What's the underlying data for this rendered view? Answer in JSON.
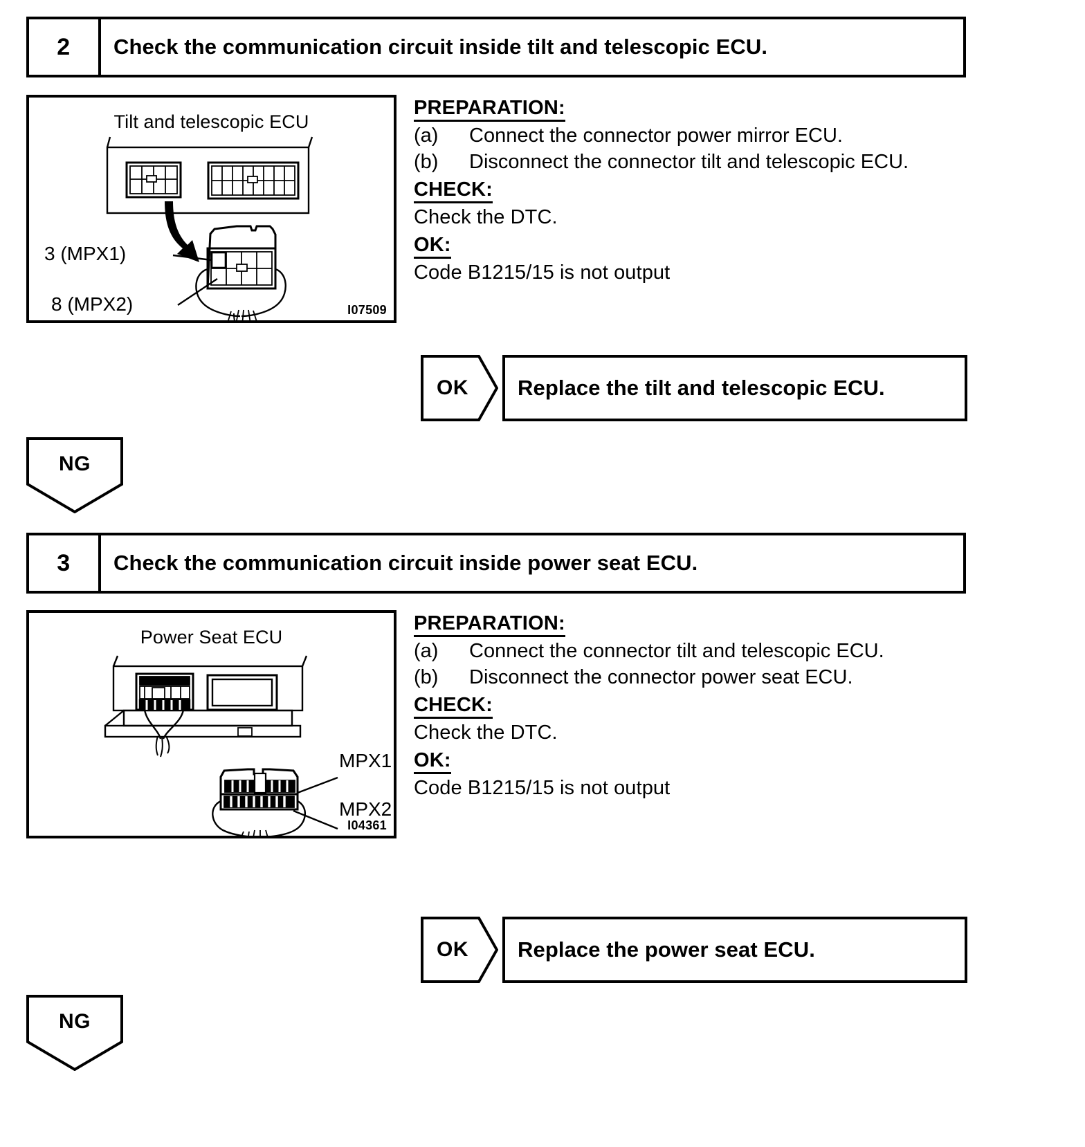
{
  "document": {
    "type": "service-manual-troubleshooting-flowchart"
  },
  "steps": [
    {
      "number": "2",
      "title": "Check the communication circuit inside tilt and telescopic ECU.",
      "figure": {
        "caption": "Tilt and telescopic ECU",
        "id": "I07509",
        "labels": [
          "3 (MPX1)",
          "8 (MPX2)"
        ]
      },
      "instructions": {
        "preparation_heading": "PREPARATION:",
        "preparation_items": [
          {
            "marker": "(a)",
            "text": "Connect the connector power mirror ECU."
          },
          {
            "marker": "(b)",
            "text": "Disconnect the connector tilt and telescopic ECU."
          }
        ],
        "check_heading": "CHECK:",
        "check_text": "Check the DTC.",
        "ok_heading": "OK:",
        "ok_text": "Code B1215/15 is not output"
      },
      "result_ok": {
        "tag": "OK",
        "action": "Replace the tilt and telescopic ECU."
      },
      "result_ng": {
        "tag": "NG"
      }
    },
    {
      "number": "3",
      "title": "Check the communication circuit inside power seat ECU.",
      "figure": {
        "caption": "Power Seat ECU",
        "id": "I04361",
        "labels": [
          "MPX1",
          "MPX2"
        ]
      },
      "instructions": {
        "preparation_heading": "PREPARATION:",
        "preparation_items": [
          {
            "marker": "(a)",
            "text": "Connect the connector tilt and telescopic ECU."
          },
          {
            "marker": "(b)",
            "text": "Disconnect the connector power seat ECU."
          }
        ],
        "check_heading": "CHECK:",
        "check_text": "Check the DTC.",
        "ok_heading": "OK:",
        "ok_text": "Code B1215/15 is not output"
      },
      "result_ok": {
        "tag": "OK",
        "action": "Replace the power seat ECU."
      },
      "result_ng": {
        "tag": "NG"
      }
    }
  ],
  "colors": {
    "ink": "#000000",
    "paper": "#ffffff"
  }
}
